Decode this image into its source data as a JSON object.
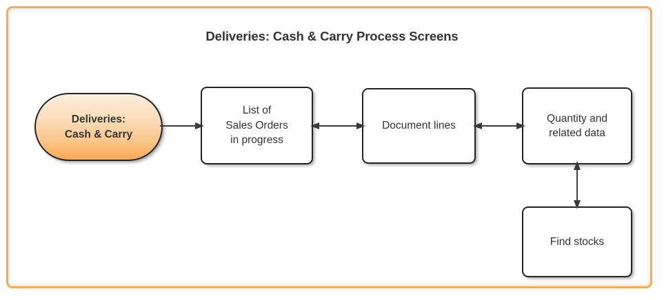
{
  "diagram": {
    "title": "Deliveries: Cash & Carry Process Screens",
    "frame_color": "#f5ab52",
    "node_border_color": "#232323",
    "node_text_color": "#333333",
    "connector_color": "#3a3a3a",
    "start_node_gradient_top": "#fdeedd",
    "start_node_gradient_bottom": "#f9a84f",
    "nodes": [
      {
        "id": "start",
        "shape": "stadium",
        "lines": [
          "Deliveries:",
          "Cash & Carry"
        ],
        "text": "Deliveries: Cash & Carry"
      },
      {
        "id": "sales-orders",
        "shape": "rounded-rect",
        "lines": [
          "List of",
          "Sales Orders",
          "in progress"
        ],
        "text": "List of Sales Orders in progress"
      },
      {
        "id": "document-lines",
        "shape": "rounded-rect",
        "lines": [
          "Document lines"
        ],
        "text": "Document lines"
      },
      {
        "id": "quantity",
        "shape": "rounded-rect",
        "lines": [
          "Quantity and",
          "related data"
        ],
        "text": "Quantity and related data"
      },
      {
        "id": "find-stocks",
        "shape": "rounded-rect",
        "lines": [
          "Find stocks"
        ],
        "text": "Find stocks"
      }
    ],
    "connectors": [
      {
        "id": "start-to-orders",
        "from": "start",
        "to": "sales-orders",
        "direction": "single",
        "orientation": "horizontal"
      },
      {
        "id": "orders-to-doclines",
        "from": "sales-orders",
        "to": "document-lines",
        "direction": "double",
        "orientation": "horizontal"
      },
      {
        "id": "doclines-to-qty",
        "from": "document-lines",
        "to": "quantity",
        "direction": "double",
        "orientation": "horizontal"
      },
      {
        "id": "qty-to-stocks",
        "from": "quantity",
        "to": "find-stocks",
        "direction": "double",
        "orientation": "vertical"
      }
    ]
  }
}
